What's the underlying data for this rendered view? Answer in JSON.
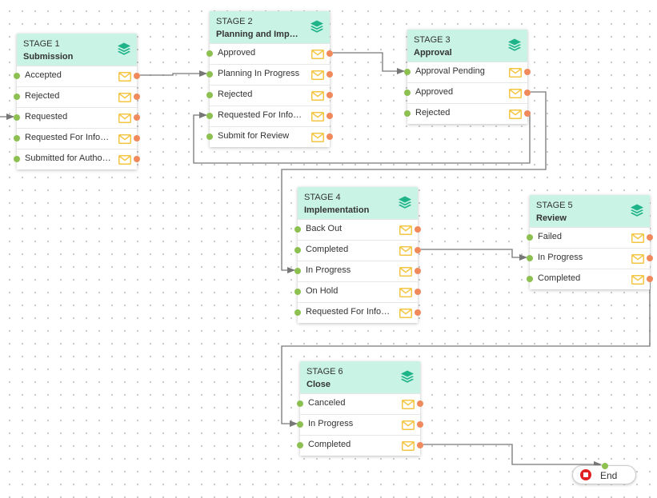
{
  "diagram": {
    "stages": [
      {
        "id": "stage1",
        "number": "STAGE 1",
        "name": "Submission",
        "states": [
          "Accepted",
          "Rejected",
          "Requested",
          "Requested For Informa...",
          "Submitted for Authori..."
        ]
      },
      {
        "id": "stage2",
        "number": "STAGE 2",
        "name": "Planning and Impact ...",
        "states": [
          "Approved",
          "Planning In Progress",
          "Rejected",
          "Requested For Informa...",
          "Submit for Review"
        ]
      },
      {
        "id": "stage3",
        "number": "STAGE 3",
        "name": "Approval",
        "states": [
          "Approval Pending",
          "Approved",
          "Rejected"
        ]
      },
      {
        "id": "stage4",
        "number": "STAGE 4",
        "name": "Implementation",
        "states": [
          "Back Out",
          "Completed",
          "In Progress",
          "On Hold",
          "Requested For Informa..."
        ]
      },
      {
        "id": "stage5",
        "number": "STAGE 5",
        "name": "Review",
        "states": [
          "Failed",
          "In Progress",
          "Completed"
        ]
      },
      {
        "id": "stage6",
        "number": "STAGE 6",
        "name": "Close",
        "states": [
          "Canceled",
          "In Progress",
          "Completed"
        ]
      }
    ],
    "end_node": {
      "label": "End",
      "icon": "stop-icon"
    },
    "connections": [
      {
        "from": "stage1.Accepted",
        "to": "stage2.Planning In Progress"
      },
      {
        "from": "stage2.Approved",
        "to": "stage3.Approval Pending"
      },
      {
        "from": "stage3.Rejected",
        "to": "stage2.Requested For Informa..."
      },
      {
        "from": "stage3.Approved",
        "to": "stage4.In Progress"
      },
      {
        "from": "stage4.Completed",
        "to": "stage5.In Progress"
      },
      {
        "from": "stage5.Completed",
        "to": "stage6.In Progress"
      },
      {
        "from": "stage6.Completed",
        "to": "End"
      },
      {
        "from": "off-canvas",
        "to": "stage1.Requested"
      }
    ],
    "colors": {
      "header": "#c9f3e4",
      "stage_icon": "#1fb38a",
      "mail_icon": "#f4c542",
      "input_port": "#8cc152",
      "output_port": "#f08a5d",
      "connector": "#777777",
      "end_icon": "#e02020"
    },
    "icons": {
      "stage": "layers-icon",
      "state": "mail-icon"
    }
  }
}
